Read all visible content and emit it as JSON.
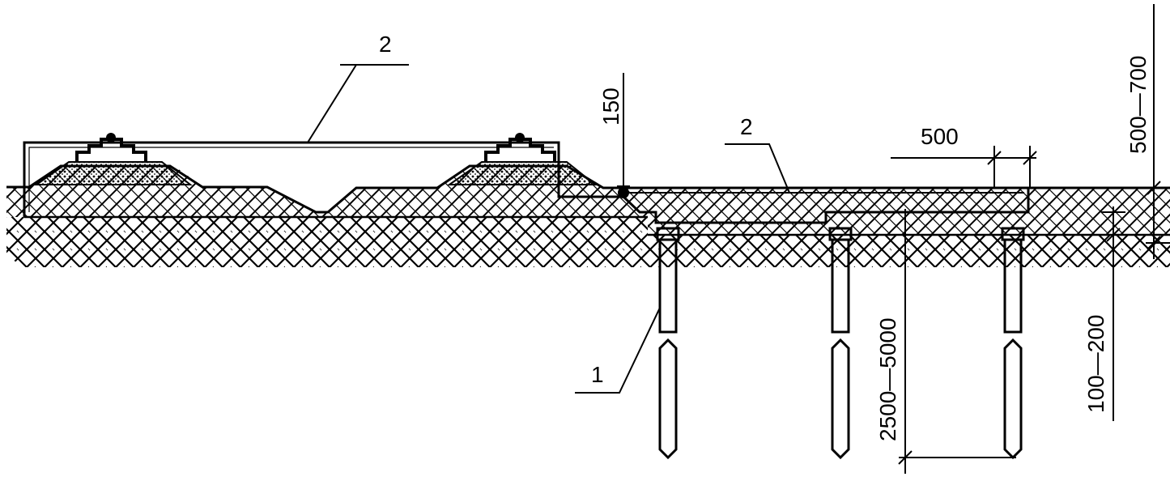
{
  "callouts": {
    "left_conductor": "2",
    "right_conductor": "2",
    "vertical_electrode": "1"
  },
  "dimensions": {
    "top_offset": "150",
    "strip_end_offset": "500",
    "burial_depth": "500—700",
    "electrode_length": "2500—5000",
    "backfill_layer": "100—200"
  },
  "colors": {
    "ink": "#000000",
    "paper": "#ffffff"
  }
}
